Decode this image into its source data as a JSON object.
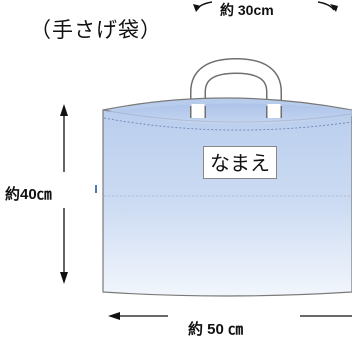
{
  "title": "（手さげ袋）",
  "labels": {
    "handle_width": "約 30cm",
    "height": "約40㎝",
    "width": "約 50 ㎝",
    "name_tag": "なまえ"
  },
  "colors": {
    "bag_top": "#bcd0ee",
    "bag_bottom": "#eef3fb",
    "outline": "#7a7a7a",
    "handle": "#ffffff",
    "arrow": "#111111"
  }
}
